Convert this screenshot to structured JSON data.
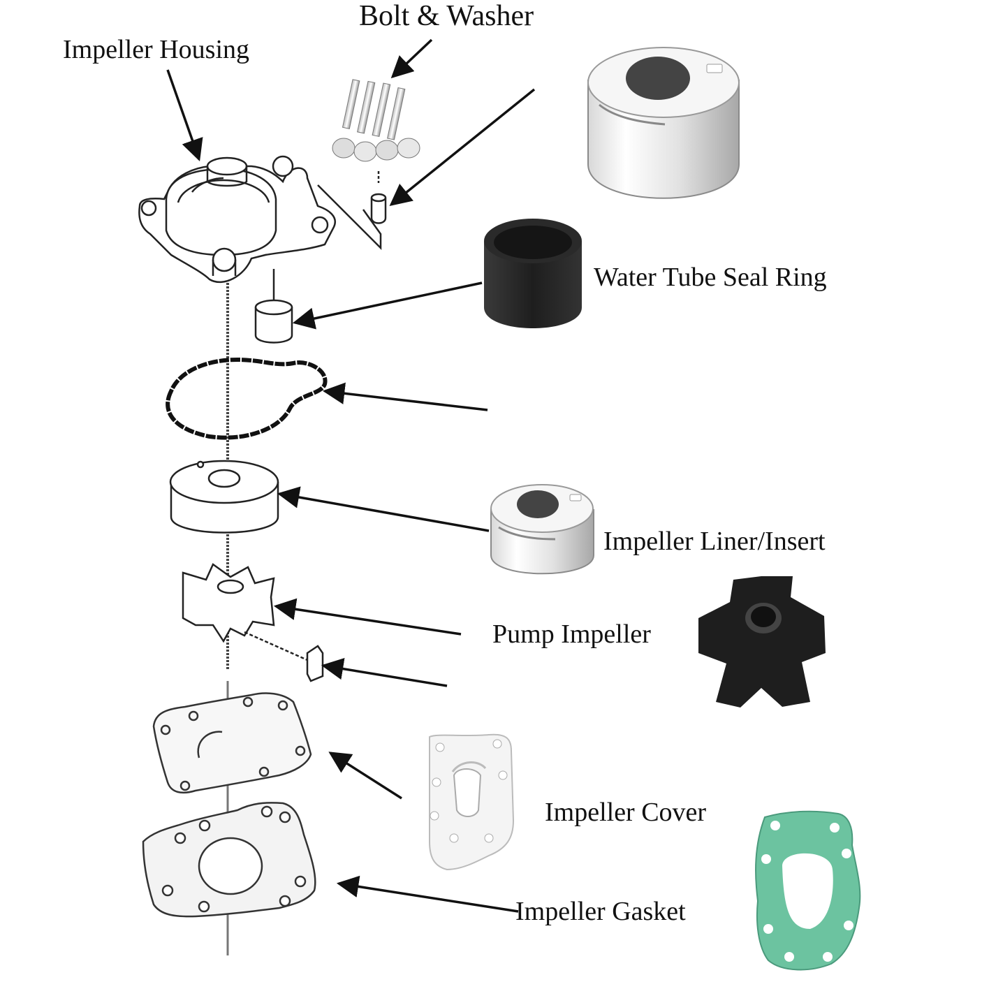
{
  "labels": {
    "bolt_washer": "Bolt & Washer",
    "impeller_housing": "Impeller Housing",
    "water_tube_seal_ring": "Water Tube Seal Ring",
    "impeller_liner_insert": "Impeller Liner/Insert",
    "pump_impeller": "Pump Impeller",
    "impeller_cover": "Impeller Cover",
    "impeller_gasket": "Impeller Gasket"
  },
  "colors": {
    "line_drawing": "#222222",
    "steel_light": "#f2f2f2",
    "steel_dark": "#9a9a9a",
    "rubber": "#2b2b2b",
    "gasket_green": "#6cc3a0",
    "cover_plate": "#f4f4f4"
  }
}
